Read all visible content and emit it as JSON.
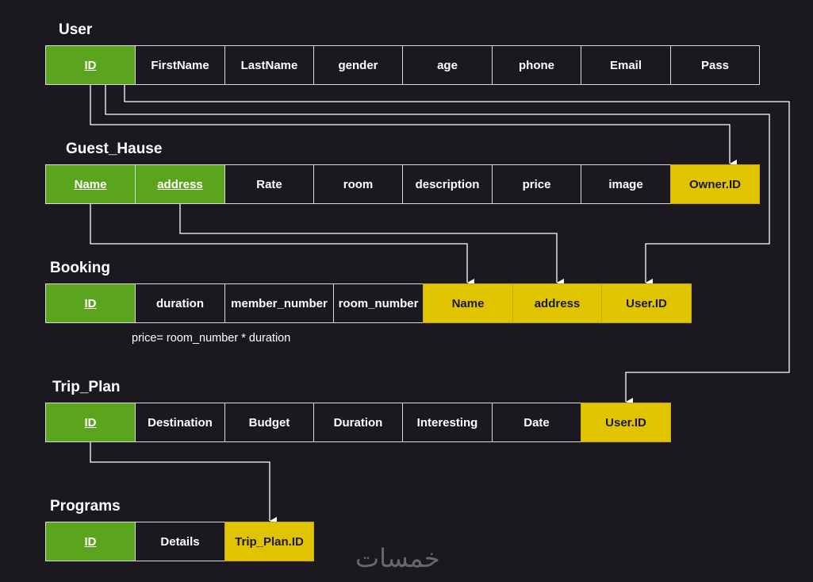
{
  "tables": {
    "user": {
      "title": "User",
      "fields": [
        "ID",
        "FirstName",
        "LastName",
        "gender",
        "age",
        "phone",
        "Email",
        "Pass"
      ]
    },
    "guest_hause": {
      "title": "Guest_Hause",
      "fields": [
        "Name",
        "address",
        "Rate",
        "room",
        "description",
        "price",
        "image",
        "Owner.ID"
      ]
    },
    "booking": {
      "title": "Booking",
      "fields": [
        "ID",
        "duration",
        "member_number",
        "room_number",
        "Name",
        "address",
        "User.ID"
      ],
      "note": "price= room_number * duration"
    },
    "trip_plan": {
      "title": "Trip_Plan",
      "fields": [
        "ID",
        "Destination",
        "Budget",
        "Duration",
        "Interesting",
        "Date",
        "User.ID"
      ]
    },
    "programs": {
      "title": "Programs",
      "fields": [
        "ID",
        "Details",
        "Trip_Plan.ID"
      ]
    }
  },
  "colors": {
    "background": "#1b1820",
    "primary_key": "#5ba51e",
    "foreign_key": "#e1c400",
    "line": "#ffffff"
  },
  "watermark": "خمسات"
}
